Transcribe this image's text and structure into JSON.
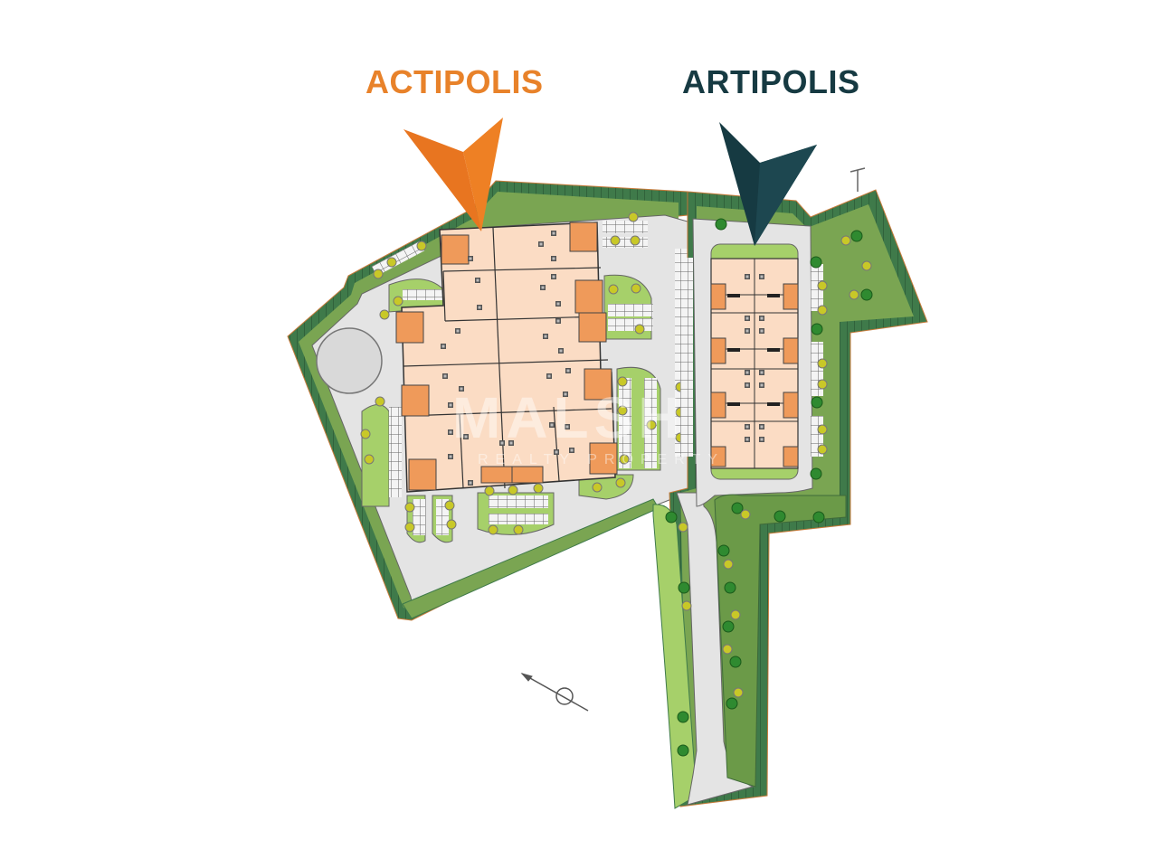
{
  "map": {
    "labels": {
      "actipolis": "ACTIPOLIS",
      "artipolis": "ARTIPOLIS"
    },
    "colors": {
      "actipolis": "#e8822a",
      "artipolis": "#163a42",
      "building_floor": "#fbdcc4",
      "office_block": "#ef9a5a",
      "road": "#e4e4e4",
      "hedge_dark": "#3f7a4a",
      "grass": "#7aa552",
      "grass_light": "#a6d06a"
    },
    "markers": [
      {
        "name": "actipolis-arrow",
        "points_to": "Actipolis building"
      },
      {
        "name": "artipolis-arrow",
        "points_to": "Artipolis building"
      }
    ],
    "watermark": {
      "main": "MALSH",
      "sub": "REALTY PROPERTY"
    },
    "north_arrow": "compass"
  }
}
